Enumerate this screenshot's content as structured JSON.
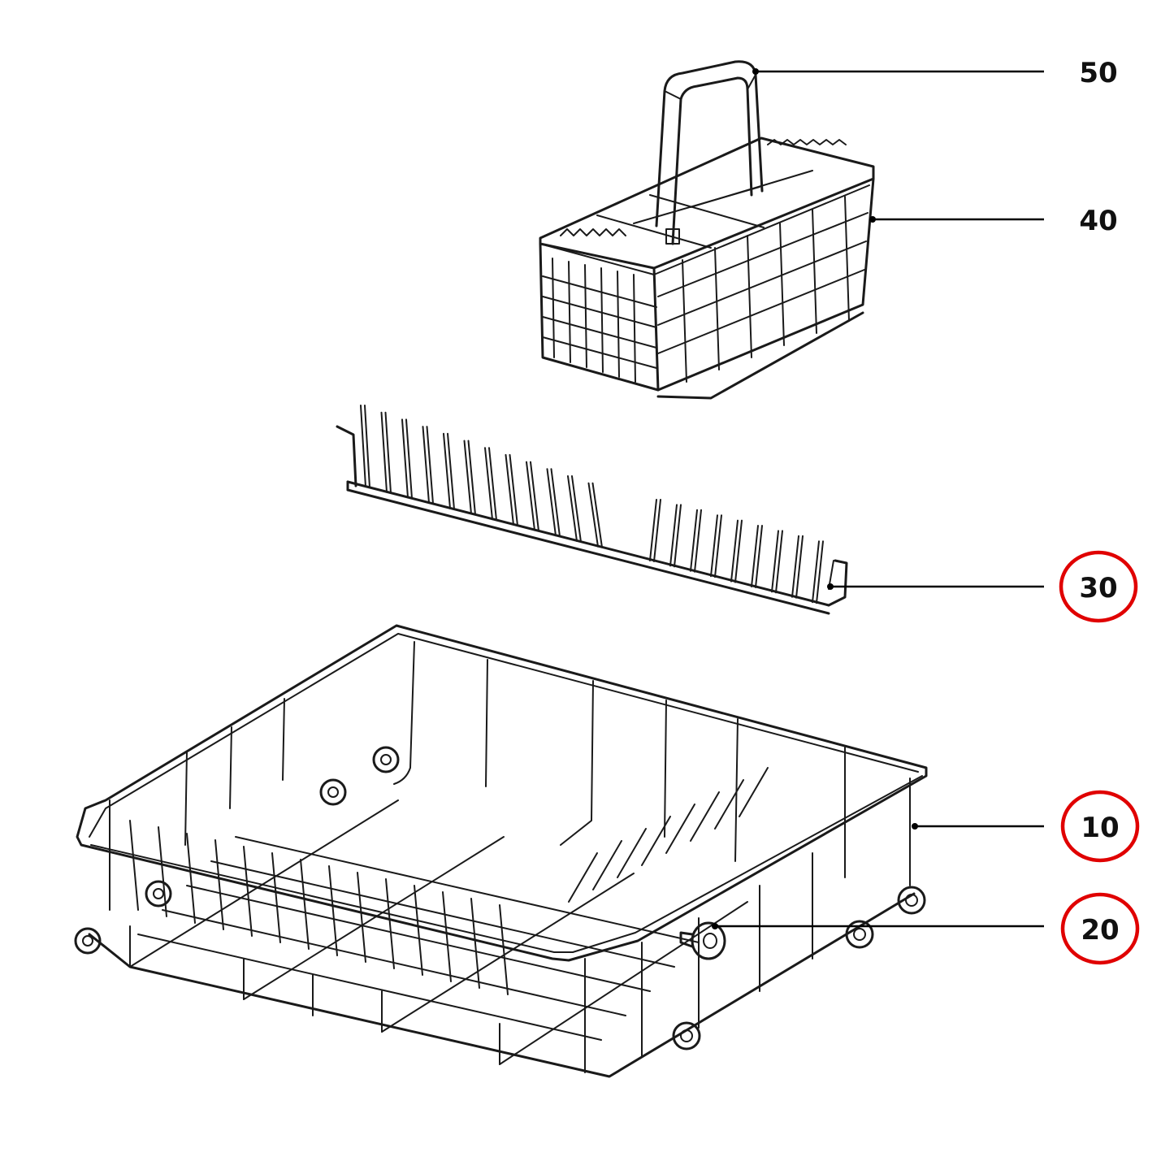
{
  "callouts": [
    {
      "id": "c50",
      "label": "50",
      "part": "basket-handle",
      "highlighted": false
    },
    {
      "id": "c40",
      "label": "40",
      "part": "cutlery-basket",
      "highlighted": false
    },
    {
      "id": "c30",
      "label": "30",
      "part": "plate-rack-insert",
      "highlighted": true
    },
    {
      "id": "c10",
      "label": "10",
      "part": "lower-dish-rack",
      "highlighted": true
    },
    {
      "id": "c20",
      "label": "20",
      "part": "rack-wheel",
      "highlighted": true
    }
  ],
  "colors": {
    "highlight_ring": "#e00000",
    "line": "#1a1a1a",
    "background": "#ffffff"
  }
}
